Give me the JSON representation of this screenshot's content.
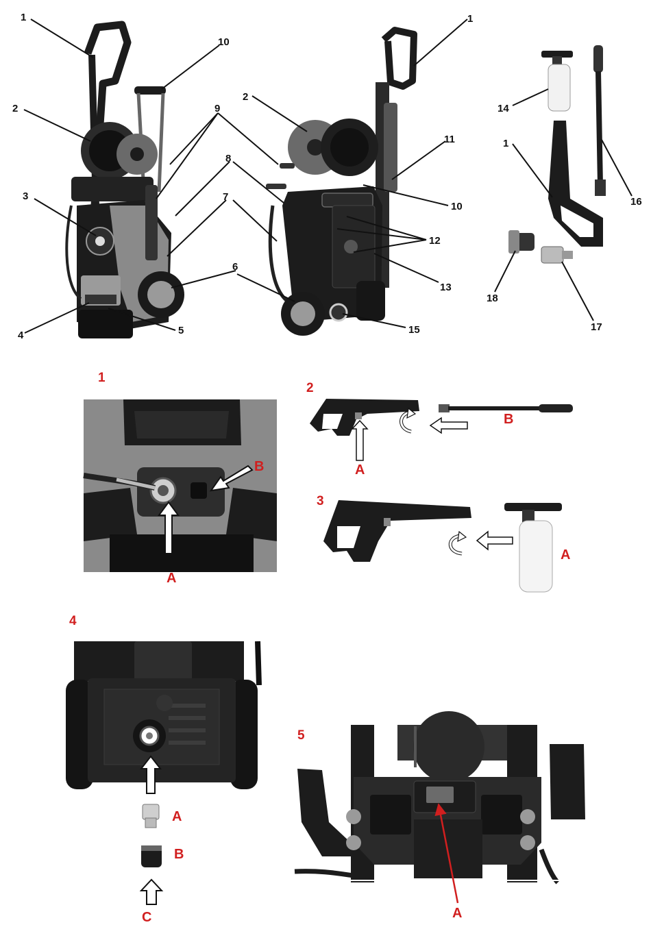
{
  "colors": {
    "callout_red": "#d11f1f",
    "ink": "#111111",
    "body_dark": "#1c1c1c",
    "body_grey": "#8a8a8a",
    "arrow_fill": "#ffffff"
  },
  "overview": {
    "left_view": [
      "1",
      "10",
      "2",
      "9",
      "8",
      "3",
      "7",
      "6",
      "4",
      "5"
    ],
    "right_view": [
      "2",
      "1",
      "11",
      "10",
      "12",
      "13",
      "15"
    ],
    "accessories": [
      "14",
      "1",
      "16",
      "18",
      "17"
    ]
  },
  "steps": {
    "s1": {
      "number": "1",
      "labels": [
        "B",
        "A"
      ]
    },
    "s2": {
      "number": "2",
      "labels": [
        "B",
        "A"
      ]
    },
    "s3": {
      "number": "3",
      "labels": [
        "A"
      ]
    },
    "s4": {
      "number": "4",
      "labels": [
        "A",
        "B",
        "C"
      ]
    },
    "s5": {
      "number": "5",
      "labels": [
        "A"
      ]
    }
  }
}
